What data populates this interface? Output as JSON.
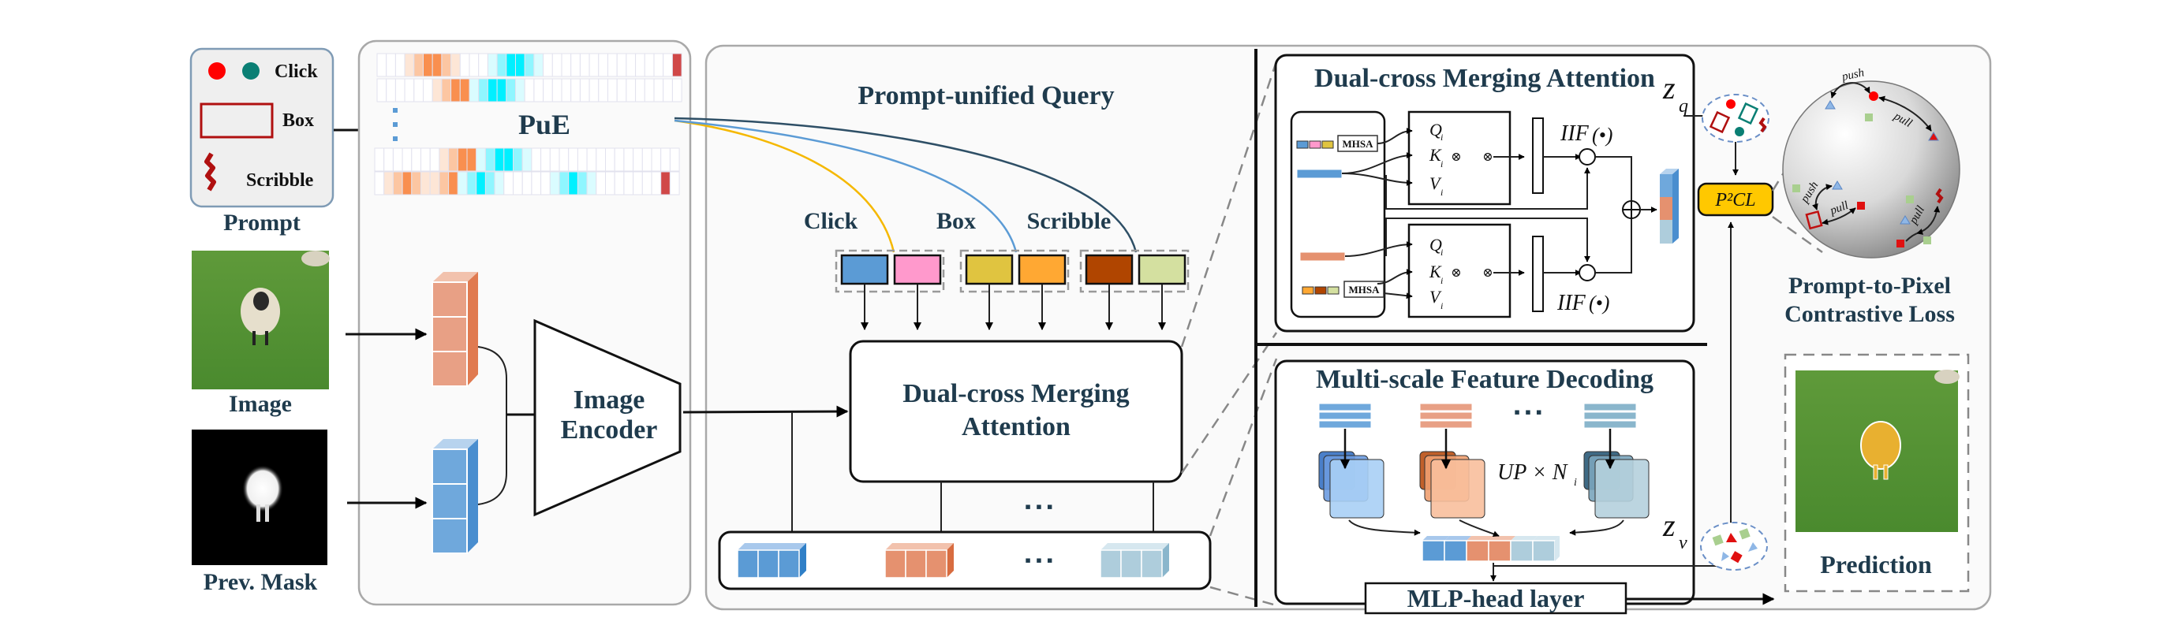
{
  "prompt_panel": {
    "title": "Prompt",
    "items": [
      {
        "label": "Click",
        "icon": "click-dots-icon",
        "colors": [
          "#ff0000",
          "#0a7f74"
        ]
      },
      {
        "label": "Box",
        "icon": "box-rect-icon",
        "colors": [
          "#b01010"
        ]
      },
      {
        "label": "Scribble",
        "icon": "scribble-icon",
        "colors": [
          "#b01010"
        ]
      }
    ]
  },
  "inputs": {
    "image_label": "Image",
    "mask_label": "Prev. Mask"
  },
  "encoder_panel": {
    "pue_label": "PuE",
    "encoder_label_line1": "Image",
    "encoder_label_line2": "Encoder"
  },
  "query_panel": {
    "title": "Prompt-unified Query",
    "groups": [
      {
        "label": "Click",
        "curve_color": "#f5b800",
        "tokens": [
          "#5b9bd5",
          "#ff99cc"
        ]
      },
      {
        "label": "Box",
        "curve_color": "#5b9bd5",
        "tokens": [
          "#e0c440",
          "#ffa833"
        ]
      },
      {
        "label": "Scribble",
        "curve_color": "#2e4f66",
        "tokens": [
          "#b04500",
          "#d4e0a0"
        ]
      }
    ],
    "dcma_line1": "Dual-cross Merging",
    "dcma_line2": "Attention",
    "ellipsis": "▪▪▪",
    "feature_colors": [
      "#5b9bd5",
      "#e5916f",
      "#aecddc"
    ]
  },
  "dcma_detail": {
    "title": "Dual-cross Merging Attention",
    "mhsa_label": "MHSA",
    "q_label": "Q",
    "k_label": "K",
    "v_label": "V",
    "subscript": "i",
    "iif_label": "IIF",
    "iif_arg": "(•)",
    "multiply_symbol": "⊗",
    "add_symbol": "⊕"
  },
  "msfd_detail": {
    "title": "Multi-scale Feature Decoding",
    "up_label": "UP × N",
    "up_subscript": "i",
    "mlp_label": "MLP-head layer",
    "ellipsis": "▪▪▪"
  },
  "contrastive": {
    "zq_label": "z",
    "zq_subscript": "q",
    "zv_label": "z",
    "zv_subscript": "v",
    "p2cl_label": "P²CL",
    "push_label": "push",
    "pull_label": "pull",
    "title_line1": "Prompt-to-Pixel",
    "title_line2": "Contrastive Loss",
    "p2cl_color": "#ffc800"
  },
  "prediction": {
    "label": "Prediction"
  }
}
